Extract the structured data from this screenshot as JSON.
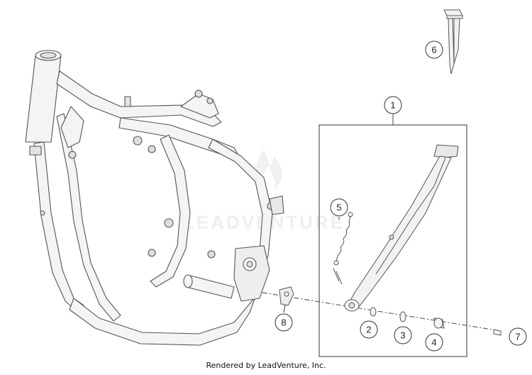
{
  "callouts": [
    {
      "id": "1",
      "label": "1"
    },
    {
      "id": "2",
      "label": "2"
    },
    {
      "id": "3",
      "label": "3"
    },
    {
      "id": "4",
      "label": "4"
    },
    {
      "id": "5",
      "label": "5"
    },
    {
      "id": "6",
      "label": "6"
    },
    {
      "id": "7",
      "label": "7"
    },
    {
      "id": "8",
      "label": "8"
    }
  ],
  "watermark": {
    "text": "LEADVENTURE"
  },
  "footer": {
    "text": "Rendered by LeadVenture, Inc."
  },
  "colors": {
    "line": "#333333",
    "part_stroke": "#555555",
    "part_fill": "#f2f2f2",
    "watermark": "#e6e6e6"
  }
}
